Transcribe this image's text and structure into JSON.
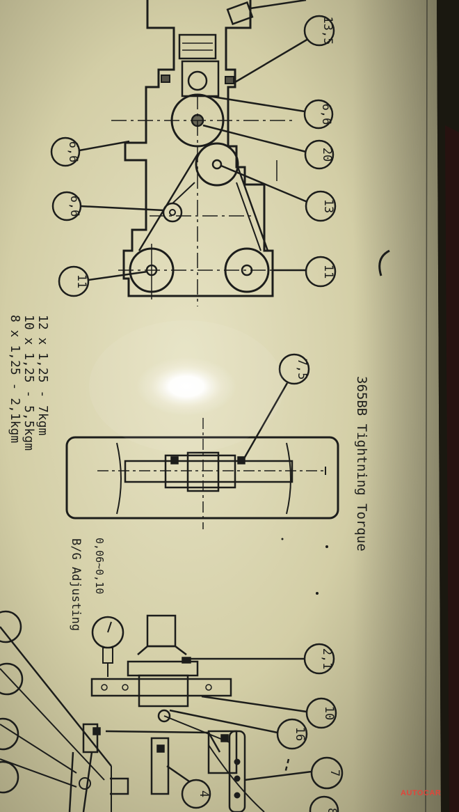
{
  "sheet": {
    "title": "365BB Tightning Torque",
    "bg_adjusting_label": "B/G Adjusting",
    "bg_range": "0,06~0,10",
    "torque_table": [
      "12 x 1,25 - 7kgm",
      "10 x 1,25 - 5,5kgm",
      "8 x 1,25 - 2,1kgm"
    ],
    "callouts": {
      "c13_5": "13,5",
      "c6_6_a": "6,6",
      "c20": "20",
      "c13": "13",
      "c11_right": "11",
      "c6_6_left_top": "6,6",
      "c6_6_left_bottom": "6,6",
      "c11_left": "11",
      "c7_5": "7,5",
      "c2_1": "2,1",
      "c10": "10",
      "c16": "16",
      "c7": "7",
      "c4": "4",
      "c8": "8"
    }
  },
  "watermark": "AUTOCAR",
  "colors": {
    "paper": "#d9d4b0",
    "ink": "#1c1d1b",
    "shadow": "#16150f",
    "watermark": "#e0453a"
  }
}
